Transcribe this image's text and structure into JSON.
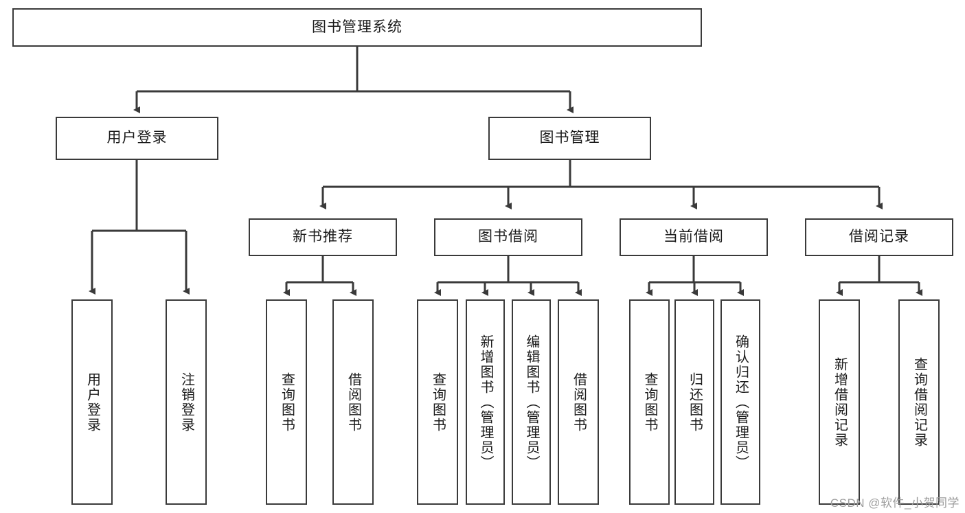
{
  "diagram": {
    "title": "图书管理系统",
    "type": "tree-hierarchy-chart",
    "root": {
      "label": "图书管理系统"
    },
    "level2": [
      {
        "label": "用户登录"
      },
      {
        "label": "图书管理"
      }
    ],
    "level3": [
      {
        "label": "新书推荐"
      },
      {
        "label": "图书借阅"
      },
      {
        "label": "当前借阅"
      },
      {
        "label": "借阅记录"
      }
    ],
    "leaves": {
      "user_login": [
        {
          "label": "用户登录"
        },
        {
          "label": "注销登录"
        }
      ],
      "new_book_recommend": [
        {
          "label": "查询图书"
        },
        {
          "label": "借阅图书"
        }
      ],
      "book_borrow": [
        {
          "label": "查询图书"
        },
        {
          "label": "新增图书（管理员）"
        },
        {
          "label": "编辑图书（管理员）"
        },
        {
          "label": "借阅图书"
        }
      ],
      "current_borrow": [
        {
          "label": "查询图书"
        },
        {
          "label": "归还图书"
        },
        {
          "label": "确认归还（管理员）"
        }
      ],
      "borrow_record": [
        {
          "label": "新增借阅记录"
        },
        {
          "label": "查询借阅记录"
        }
      ]
    }
  },
  "watermark": {
    "text": "CSDN @软件_小贺同学"
  },
  "colors": {
    "stroke": "#3a3a3a",
    "background": "#ffffff",
    "text": "#1b1b1b",
    "watermark": "#9d9d9d"
  }
}
